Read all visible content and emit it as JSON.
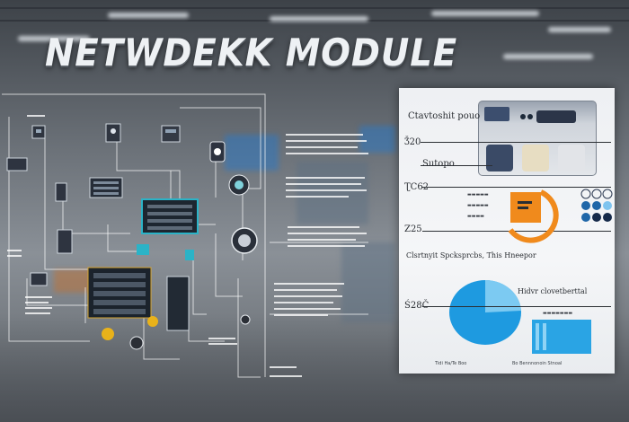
{
  "title": "NETWDEKK MODULE",
  "colors": {
    "accent_blue": "#2b9de0",
    "accent_teal": "#1fa4b8",
    "accent_orange": "#f08a1c",
    "panel_bg": "#f1f3f5",
    "ink": "#2a2e33"
  },
  "panel": {
    "label_top": "Ctavtoshit pouo",
    "label_a": "Ǯ20",
    "label_b": "Sutopo",
    "label_c": "ƮC62",
    "label_d": "Z25",
    "section_heading": "Clsrtnyit Spcksprcbs, This Hneepor",
    "label_e": "Ś28Č",
    "bar_caption": "Hidvr clovetberttal",
    "foot_left": "Tidi Ha/Te Boo",
    "foot_right": "Bo Bennnonoin Stnoal"
  },
  "icons": [
    "network-device-icon",
    "router-icon",
    "server-rack-icon",
    "switch-icon",
    "camera-icon",
    "sensor-icon"
  ]
}
